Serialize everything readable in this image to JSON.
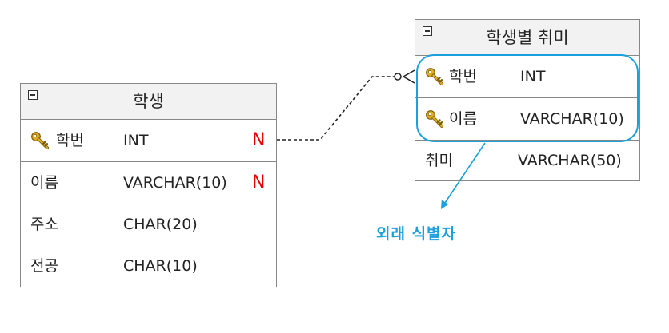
{
  "entities": {
    "student": {
      "title": "학생",
      "rows": [
        {
          "name": "학번",
          "type": "INT",
          "null_flag": "N",
          "key_icon": "key-icon"
        },
        {
          "name": "이름",
          "type": "VARCHAR(10)",
          "null_flag": "N"
        },
        {
          "name": "주소",
          "type": "CHAR(20)"
        },
        {
          "name": "전공",
          "type": "CHAR(10)"
        }
      ]
    },
    "student_hobby": {
      "title": "학생별 취미",
      "rows": [
        {
          "name": "학번",
          "type": "INT",
          "key_icon": "key-icon"
        },
        {
          "name": "이름",
          "type": "VARCHAR(10)",
          "key_icon": "key-icon"
        },
        {
          "name": "취미",
          "type": "VARCHAR(50)"
        }
      ]
    }
  },
  "relationship": {
    "line_style": "dashed",
    "from_end": "none",
    "to_end": "zero-or-many"
  },
  "annotation": {
    "label": "외래 식별자",
    "color": "#1aa0dc"
  },
  "colors": {
    "border": "#888888",
    "header_fill": "#f2f2f2",
    "null_flag": "#e60000",
    "highlight": "#1aa0dc",
    "key_gold": "#d9a521"
  }
}
